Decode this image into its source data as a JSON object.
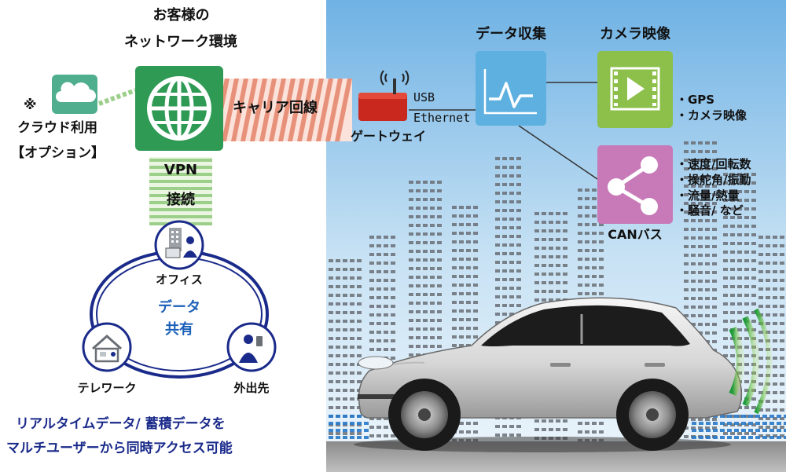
{
  "network": {
    "title_line1": "お客様の",
    "title_line2": "ネットワーク環境"
  },
  "cloud": {
    "note_mark": "※",
    "line1": "クラウド利用",
    "line2": "【オプション】"
  },
  "carrier_label": "キャリア回線",
  "vpn": {
    "line1": "VPN",
    "line2": "接続"
  },
  "sites": {
    "office": "オフィス",
    "telework": "テレワーク",
    "mobile": "外出先"
  },
  "share": {
    "line1": "データ",
    "line2": "共有"
  },
  "bottom_text": {
    "line1": "リアルタイムデータ/ 蓄積データを",
    "line2": "マルチユーザーから同時アクセス可能"
  },
  "gateway": {
    "label": "ゲートウェイ",
    "usb": "USB",
    "ethernet": "Ethernet"
  },
  "data_collection": "データ収集",
  "camera": {
    "title": "カメラ映像",
    "items": [
      "・GPS",
      "・カメラ映像"
    ]
  },
  "can": {
    "title": "CANバス",
    "items": [
      "・速度/回転数",
      "・操舵角/振動",
      "・流量/熱量",
      "・騒音/ など"
    ]
  },
  "colors": {
    "globe_green": "#2e9a54",
    "vpn_green": "#9ccf8a",
    "carrier_red": "#e8917a",
    "gateway_red": "#c8281e",
    "data_blue": "#5db0e0",
    "camera_green": "#8cc04a",
    "can_pink": "#c879b8",
    "ring_navy": "#1a2a8a",
    "share_blue": "#1a5fb8"
  },
  "icons": [
    "cloud-icon",
    "globe-icon",
    "wifi-icon",
    "pulse-icon",
    "video-icon",
    "share-icon",
    "office-icon",
    "house-icon",
    "phone-icon",
    "car-image"
  ]
}
